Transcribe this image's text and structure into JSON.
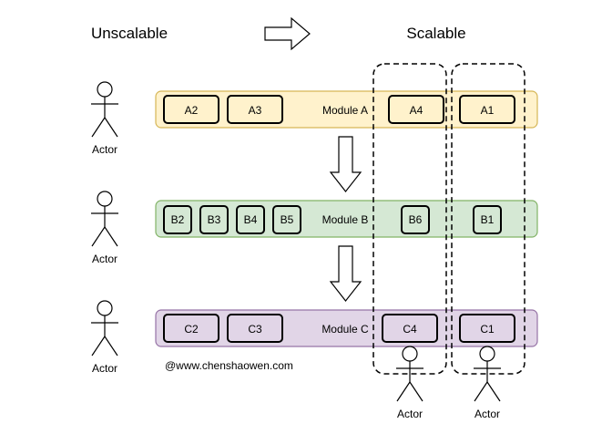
{
  "headings": {
    "left": "Unscalable",
    "right": "Scalable"
  },
  "actors": {
    "left": [
      "Actor",
      "Actor",
      "Actor"
    ],
    "bottom": [
      "Actor",
      "Actor"
    ]
  },
  "modules": [
    {
      "label": "Module A",
      "fill": "#fff2cc",
      "stroke": "#d6b656",
      "left_boxes": [
        "A2",
        "A3"
      ],
      "right_boxes": [
        "A4",
        "A1"
      ]
    },
    {
      "label": "Module B",
      "fill": "#d5e8d4",
      "stroke": "#82b366",
      "left_boxes": [
        "B2",
        "B3",
        "B4",
        "B5"
      ],
      "right_boxes": [
        "B6",
        "B1"
      ]
    },
    {
      "label": "Module C",
      "fill": "#e1d5e7",
      "stroke": "#9673a6",
      "left_boxes": [
        "C2",
        "C3"
      ],
      "right_boxes": [
        "C4",
        "C1"
      ]
    }
  ],
  "watermark": "@www.chenshaowen.com",
  "colors": {
    "line": "#000000",
    "background": "#ffffff"
  },
  "icons": {
    "actor": "stick-figure-icon",
    "arrow_right": "hollow-arrow-right-icon",
    "arrow_down": "hollow-arrow-down-icon"
  }
}
